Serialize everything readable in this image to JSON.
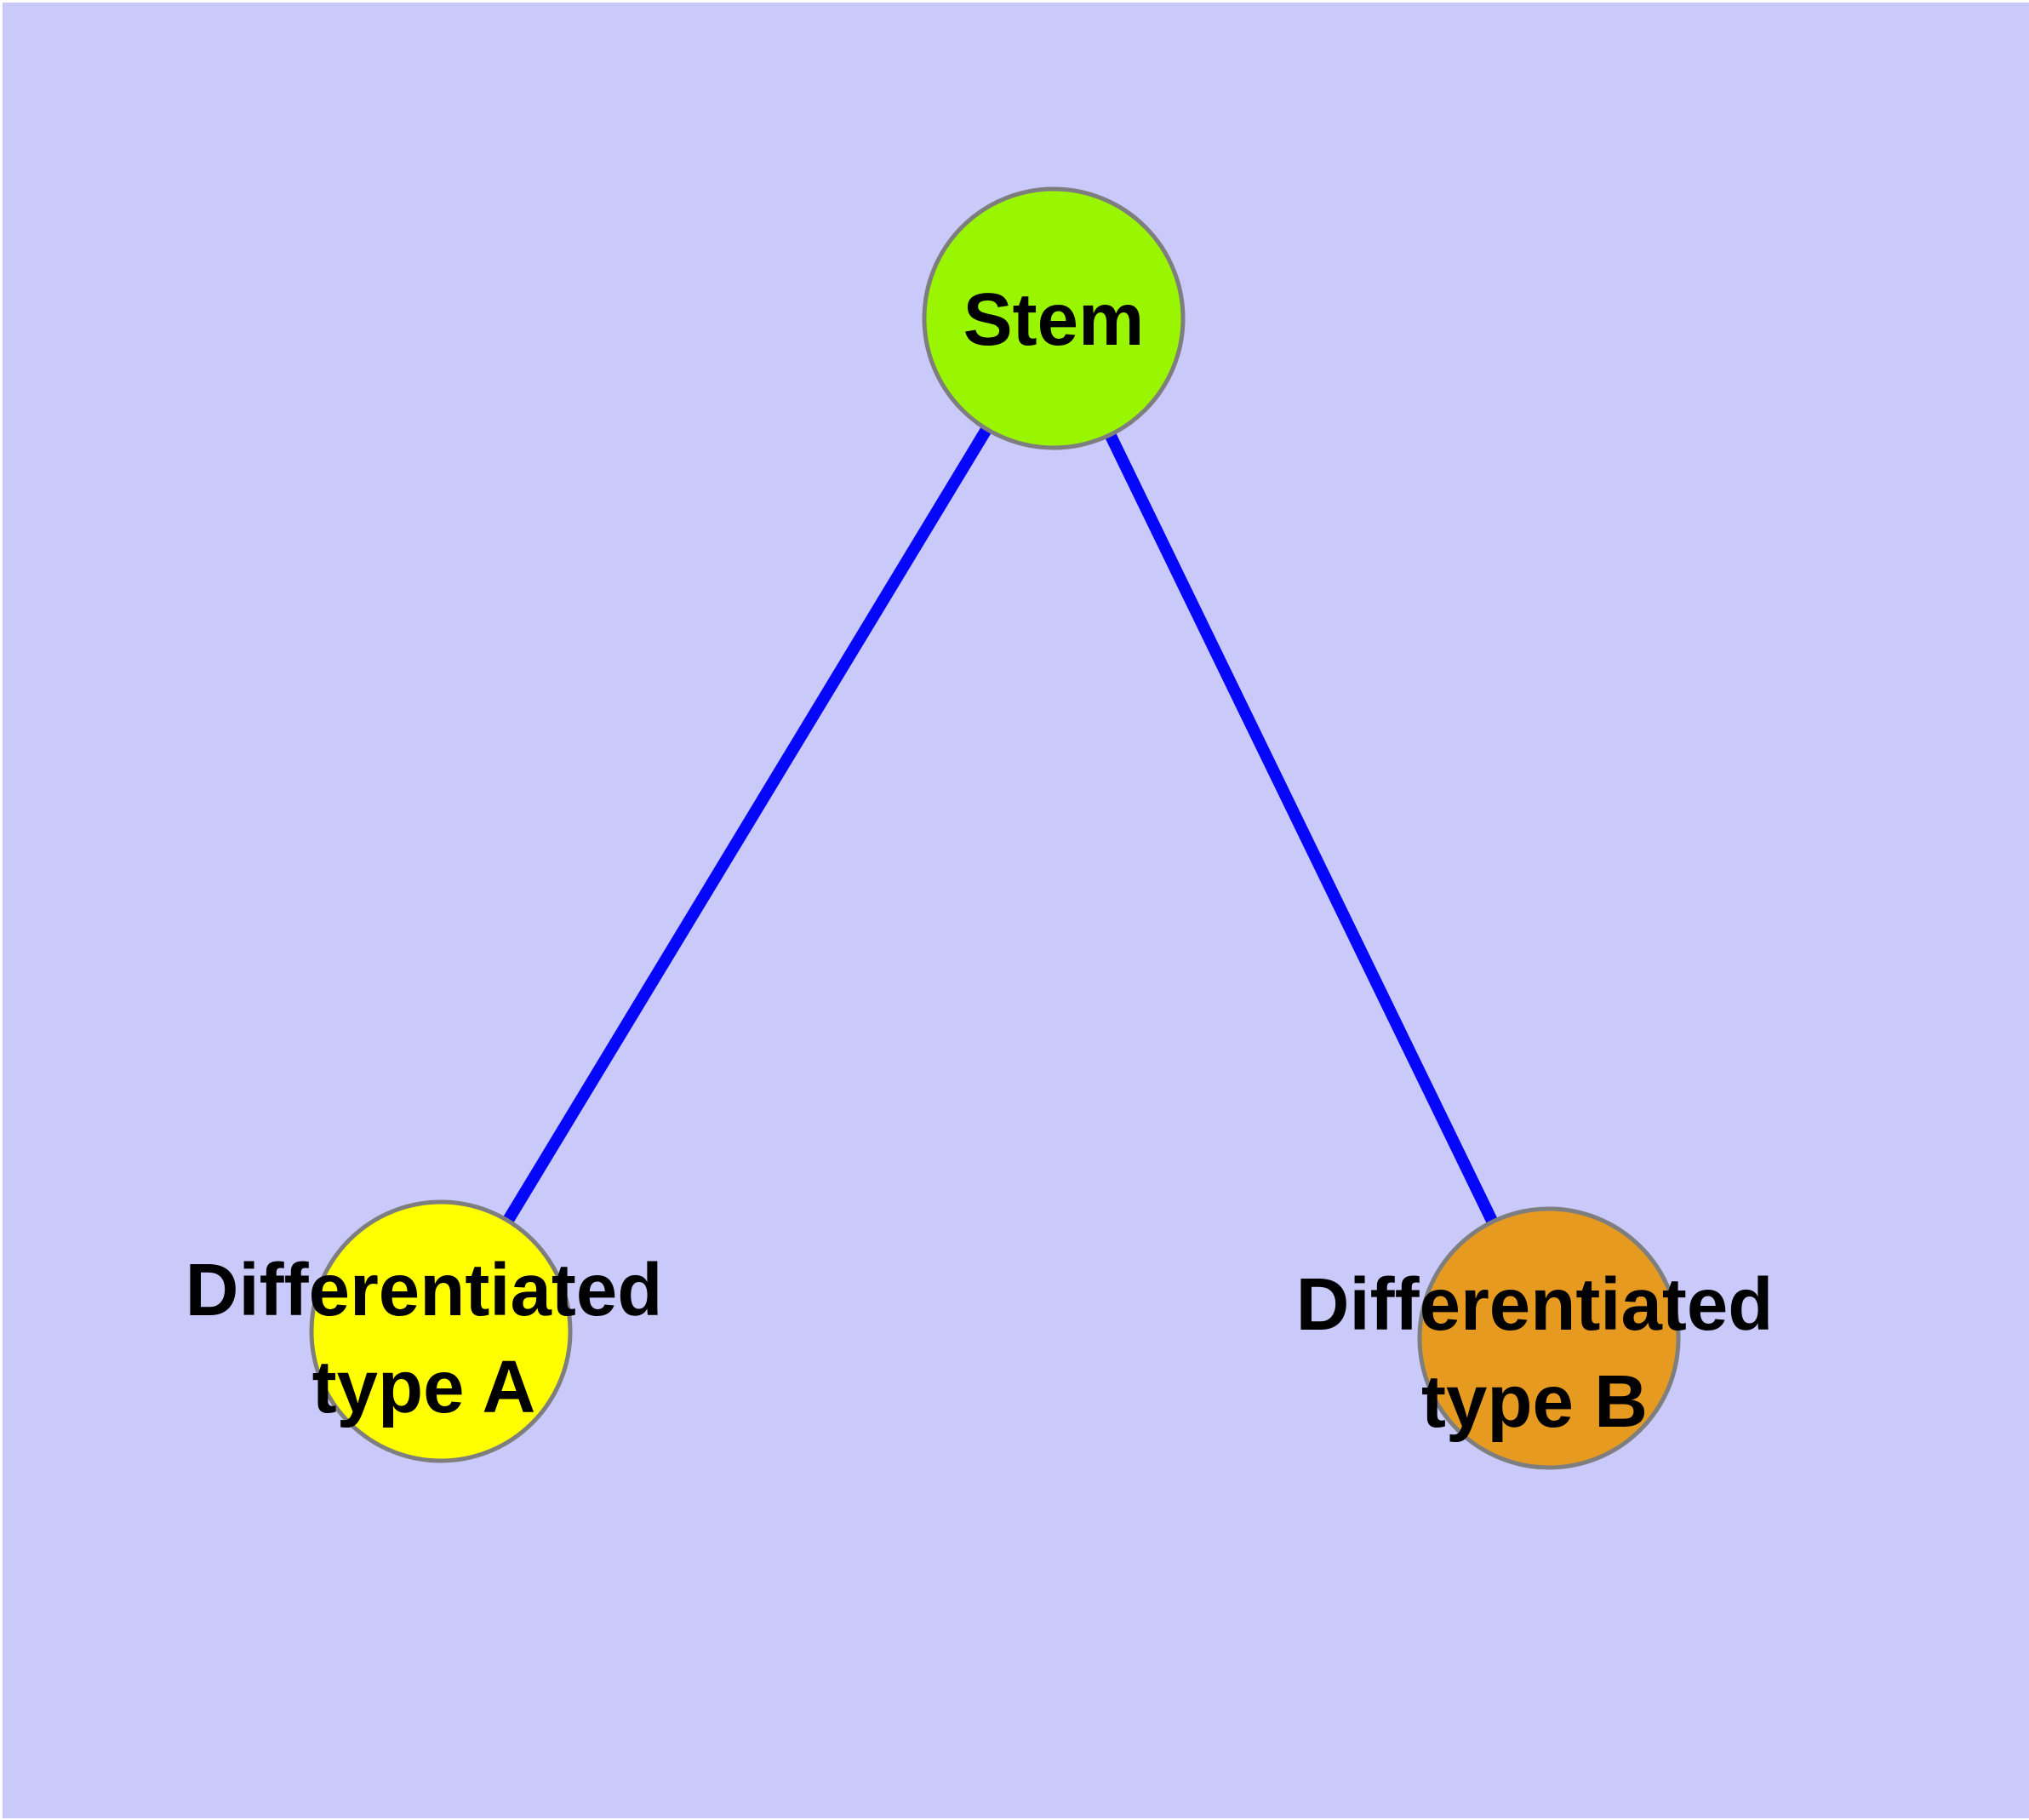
{
  "diagram": {
    "type": "node-link-graph",
    "background_color": "#C9C9FA",
    "page_margin_color": "#FFFFFF",
    "edge_color": "#0606FA",
    "node_border_color": "#7E7E7E",
    "label_color": "#000000",
    "nodes": {
      "stem": {
        "label": "Stem",
        "fill": "#9AF500"
      },
      "type_a": {
        "label": "Differentiated\ntype A",
        "fill": "#FFFF00"
      },
      "type_b": {
        "label": "Differentiated\ntype B",
        "fill": "#E69B20"
      }
    },
    "edges": [
      {
        "from": "Stem",
        "to": "Differentiated type A"
      },
      {
        "from": "Stem",
        "to": "Differentiated type B"
      }
    ]
  }
}
